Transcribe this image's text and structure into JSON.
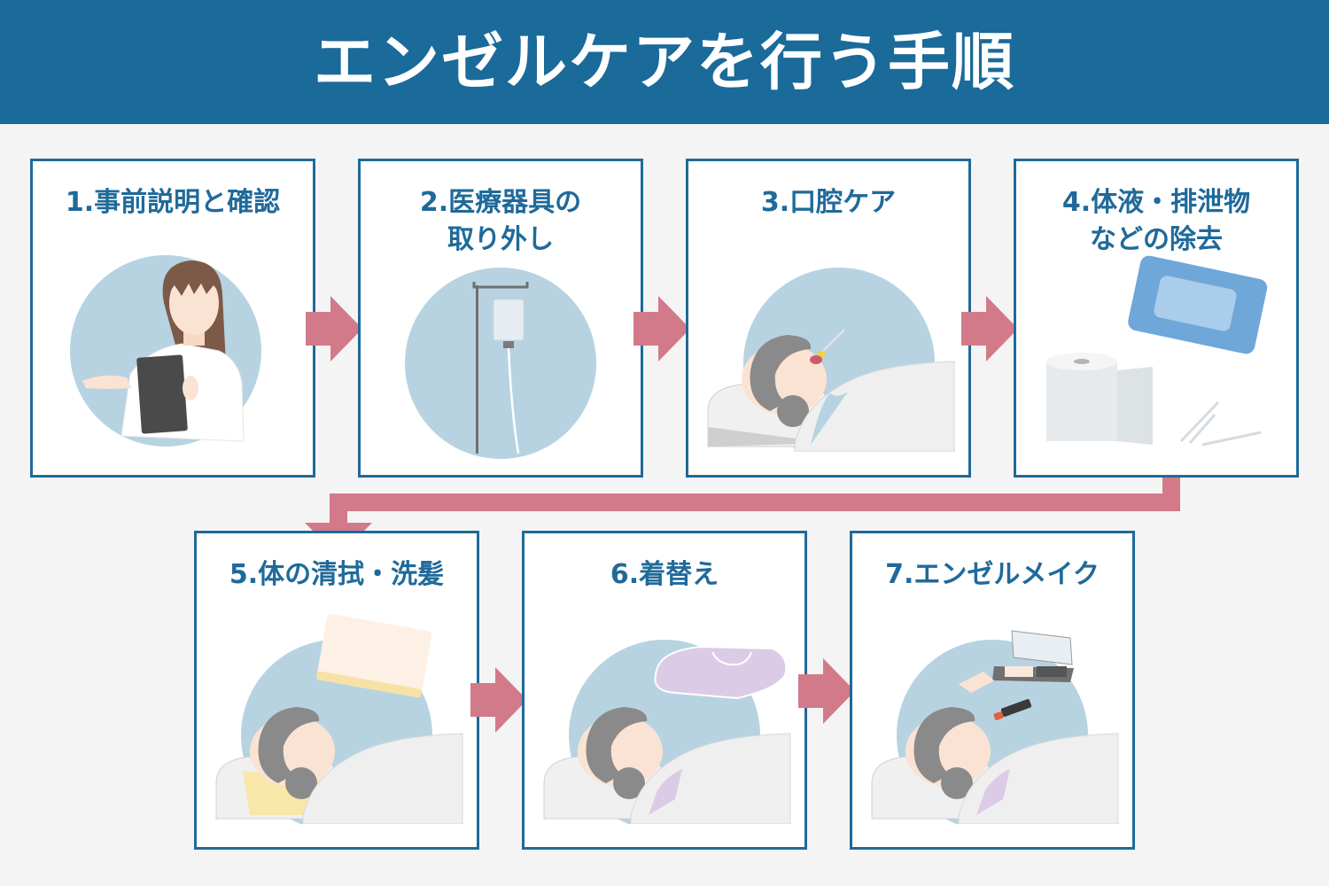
{
  "header": {
    "title": "エンゼルケアを行う手順",
    "background": "#1a6a9a"
  },
  "colors": {
    "card_border": "#1f6a9a",
    "title_text": "#1f6a9a",
    "arrow": "#d27a8a",
    "circle": "#b7d3e2",
    "page_bg": "#f4f4f4"
  },
  "steps": [
    {
      "number": "1",
      "label": "1.事前説明と確認",
      "illustration": "nurse-with-tablet-icon"
    },
    {
      "number": "2",
      "label": "2.医療器具の\n取り外し",
      "illustration": "iv-drip-stand-icon"
    },
    {
      "number": "3",
      "label": "3.口腔ケア",
      "illustration": "patient-oral-swab-icon"
    },
    {
      "number": "4",
      "label": "4.体液・排泄物\nなどの除去",
      "illustration": "wipes-tissue-cottonswab-icon"
    },
    {
      "number": "5",
      "label": "5.体の清拭・洗髪",
      "illustration": "patient-towel-icon"
    },
    {
      "number": "6",
      "label": "6.着替え",
      "illustration": "patient-clothing-icon"
    },
    {
      "number": "7",
      "label": "7.エンゼルメイク",
      "illustration": "patient-makeup-icon"
    }
  ],
  "flow": [
    {
      "from": "1",
      "to": "2",
      "direction": "right"
    },
    {
      "from": "2",
      "to": "3",
      "direction": "right"
    },
    {
      "from": "3",
      "to": "4",
      "direction": "right"
    },
    {
      "from": "4",
      "to": "5",
      "direction": "down-left"
    },
    {
      "from": "5",
      "to": "6",
      "direction": "right"
    },
    {
      "from": "6",
      "to": "7",
      "direction": "right"
    }
  ]
}
